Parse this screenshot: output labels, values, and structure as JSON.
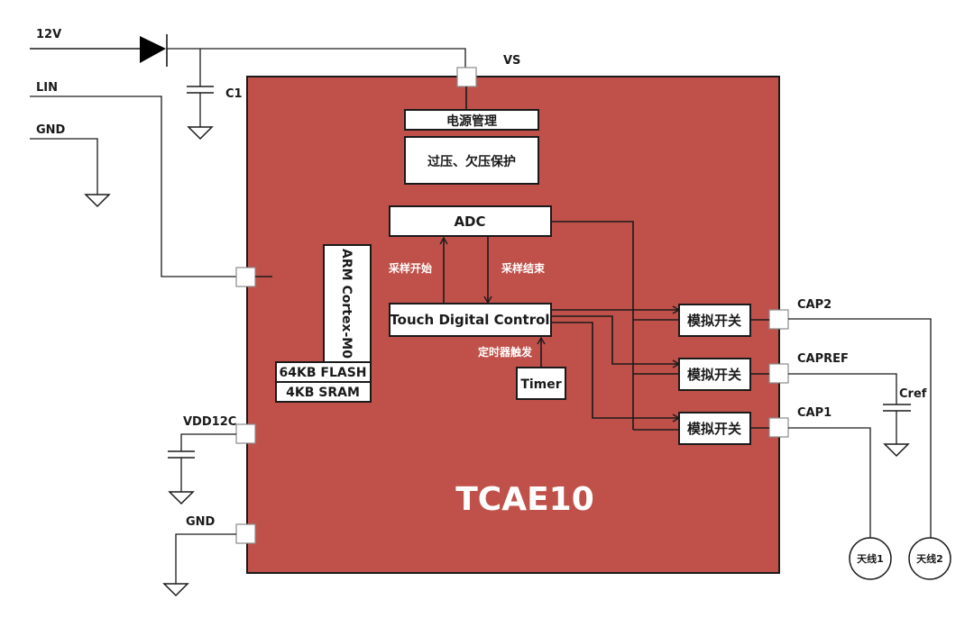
{
  "diagram": {
    "chip_name": "TCAE10",
    "chip_color": "#c0514a",
    "external_labels": {
      "v12": "12V",
      "lin": "LIN",
      "gnd_top": "GND",
      "c1": "C1",
      "vs": "VS",
      "vdd12c": "VDD12C",
      "gnd_bottom": "GND",
      "cap2": "CAP2",
      "capref": "CAPREF",
      "cap1": "CAP1",
      "cref": "Cref"
    },
    "blocks": {
      "power_mgmt": "电源管理",
      "protection": "过压、欠压保护",
      "adc": "ADC",
      "touch_control": "Touch Digital Control",
      "timer": "Timer",
      "cpu": "ARM Cortex-M0",
      "flash": "64KB FLASH",
      "sram": "4KB SRAM",
      "switch1": "模拟开关",
      "switch2": "模拟开关",
      "switch3": "模拟开关"
    },
    "signals": {
      "sample_start": "采样开始",
      "sample_end": "采样结束",
      "timer_trigger": "定时器触发"
    },
    "antennas": [
      "天线1",
      "天线2"
    ]
  }
}
